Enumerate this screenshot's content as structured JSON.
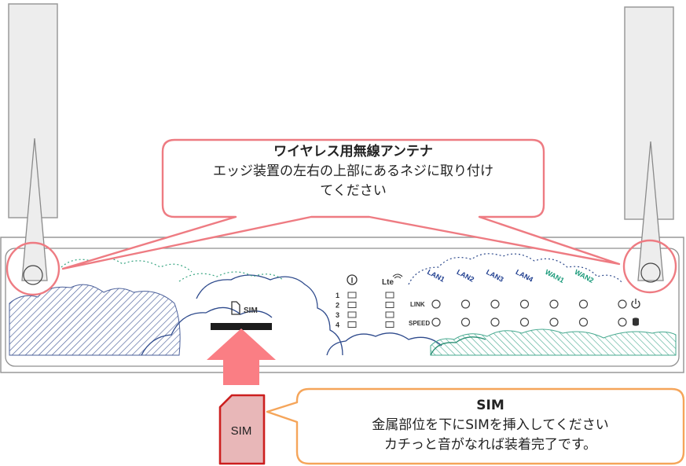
{
  "antenna_callout": {
    "title": "ワイヤレス用無線アンテナ",
    "line1": "エッジ装置の左右の上部にあるネジに取り付け",
    "line2": "てください",
    "border_color": "#ee7b82"
  },
  "sim_callout": {
    "title": "SIM",
    "line1": "金属部位を下にSIMを挿入してください",
    "line2": "カチっと音がなれば装着完了です。",
    "border_color": "#f5a55a"
  },
  "device": {
    "sim_slot_label": "SIM",
    "sim_icon": "sim-card-icon",
    "info_icon": "info-icon",
    "lte_label": "Lte",
    "led_rows": [
      "1",
      "2",
      "3",
      "4"
    ],
    "ports": [
      {
        "label": "LAN1",
        "color": "#1e3d8f"
      },
      {
        "label": "LAN2",
        "color": "#1e3d8f"
      },
      {
        "label": "LAN3",
        "color": "#1e3d8f"
      },
      {
        "label": "LAN4",
        "color": "#1e3d8f"
      },
      {
        "label": "WAN1",
        "color": "#1a9a7a"
      },
      {
        "label": "WAN2",
        "color": "#1a9a7a"
      }
    ],
    "link_label": "LINK",
    "speed_label": "SPEED",
    "power_icon": "power-icon",
    "storage_icon": "storage-icon"
  },
  "sim_card": {
    "label": "SIM",
    "fill": "#e8b7b8",
    "border": "#cc1f1f"
  },
  "arrow_color": "#fa7e84"
}
